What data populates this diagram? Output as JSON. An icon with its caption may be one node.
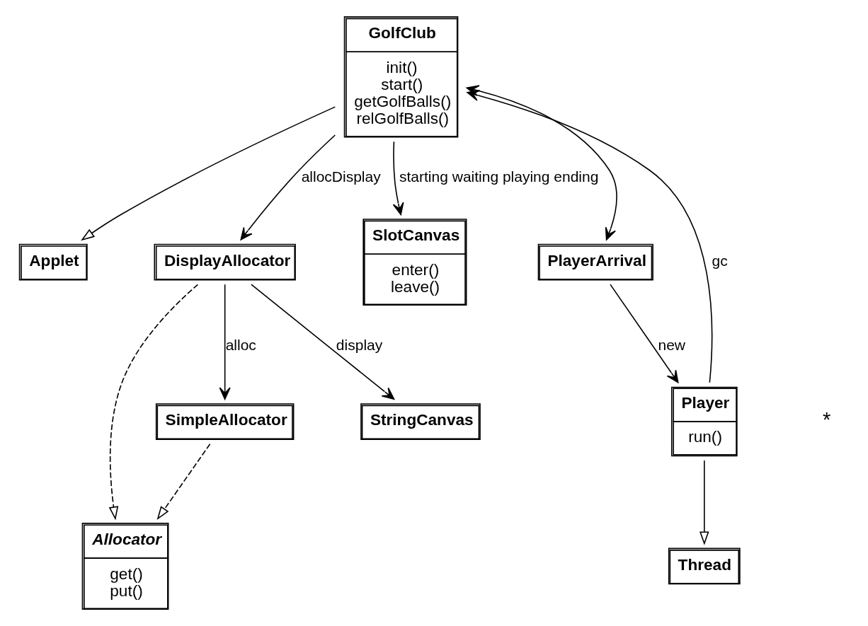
{
  "diagram": {
    "nodes": [
      {
        "text": [
          "Applet"
        ]
      },
      {
        "text": [
          "GolfClub",
          "init()",
          "start()",
          "getGolfBalls()",
          "relGolfBalls()"
        ]
      },
      {
        "text": [
          "Allocator",
          "get()",
          "put()"
        ]
      },
      {
        "text": [
          "DisplayAllocator"
        ]
      },
      {
        "text": [
          "SimpleAllocator"
        ]
      },
      {
        "text": [
          "StringCanvas"
        ]
      },
      {
        "text": [
          "SlotCanvas",
          "enter()",
          "leave()"
        ]
      },
      {
        "text": [
          "PlayerArrival"
        ]
      },
      {
        "text": [
          "Thread"
        ]
      },
      {
        "text": [
          "Player",
          "run()"
        ]
      }
    ],
    "edges": [
      {
        "from": 1,
        "to": 0,
        "arrow": "to"
      },
      {
        "from": 3,
        "to": 2,
        "arrow": "to",
        "style": "dashed"
      },
      {
        "from": 4,
        "to": 2,
        "arrow": "to",
        "style": "dashed"
      },
      {
        "from": 1,
        "to": 3,
        "arrow": "to",
        "label": "allocDisplay"
      },
      {
        "from": 3,
        "to": 4,
        "arrow": "to",
        "label": "alloc"
      },
      {
        "from": 3,
        "to": 5,
        "arrow": "to",
        "label": "display"
      },
      {
        "from": 1,
        "to": 6,
        "arrow": "to",
        "label": "starting waiting playing ending"
      },
      {
        "from": 1,
        "to": 7,
        "arrow": "both"
      },
      {
        "from": 7,
        "to": 9,
        "arrow": "to",
        "label": "new"
      },
      {
        "from": 9,
        "to": 8,
        "arrow": "to"
      },
      {
        "from": 9,
        "to": 1,
        "arrow": "to",
        "label": "gc"
      }
    ],
    "labels": [
      "*"
    ]
  }
}
